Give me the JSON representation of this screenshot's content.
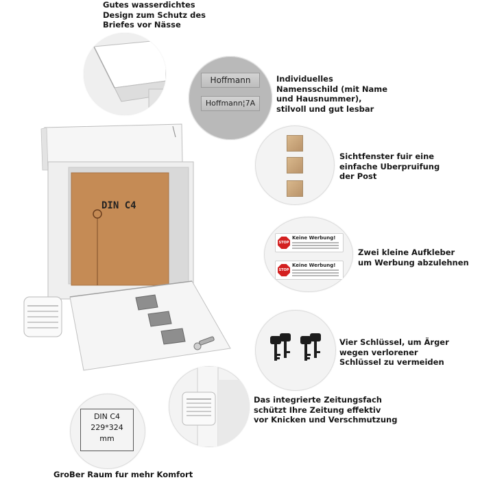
{
  "features": {
    "waterproof": {
      "lines": [
        "Gutes wasserdichtes",
        "Design zum Schutz des",
        "Briefes vor Nässe"
      ]
    },
    "nameplate": {
      "lines": [
        "Individuelles",
        "Namensschild (mit Name",
        "und Hausnummer),",
        "stilvoll und gut lesbar"
      ],
      "plate_name": "Hoffmann",
      "plate_name_number": "Hoffmann¦7A"
    },
    "window": {
      "lines": [
        "Sichtfenster fuir eine",
        "einfache Uberpruifung",
        "der Post"
      ]
    },
    "stickers": {
      "lines": [
        "Zwei kleine Aufkleber",
        "um Werbung abzulehnen"
      ],
      "sticker_title": "Keine Werbung!",
      "stop_text": "STOP"
    },
    "keys": {
      "lines": [
        "Vier Schlüssel, um Ärger",
        "wegen verlorener",
        "Schlüssel zu vermeiden"
      ]
    },
    "newspaper": {
      "lines": [
        "Das integrierte Zeitungsfach",
        "schützt Ihre Zeitung effektiv",
        "vor Knicken und Verschmutzung"
      ]
    },
    "space": {
      "caption": "GroBer Raum fur mehr Komfort",
      "envelope_lines": [
        "DIN C4",
        "229*324",
        "mm"
      ]
    }
  },
  "mailbox": {
    "envelope_label": "DIN C4"
  },
  "colors": {
    "caption_text": "#151515",
    "envelope": "#c58b55",
    "mailbox_white": "#f2f2f2",
    "stop_red": "#d32020"
  },
  "icons": [
    "magnifier-detail-circle",
    "key-icon",
    "stop-sign-icon",
    "newspaper-roll-icon"
  ]
}
